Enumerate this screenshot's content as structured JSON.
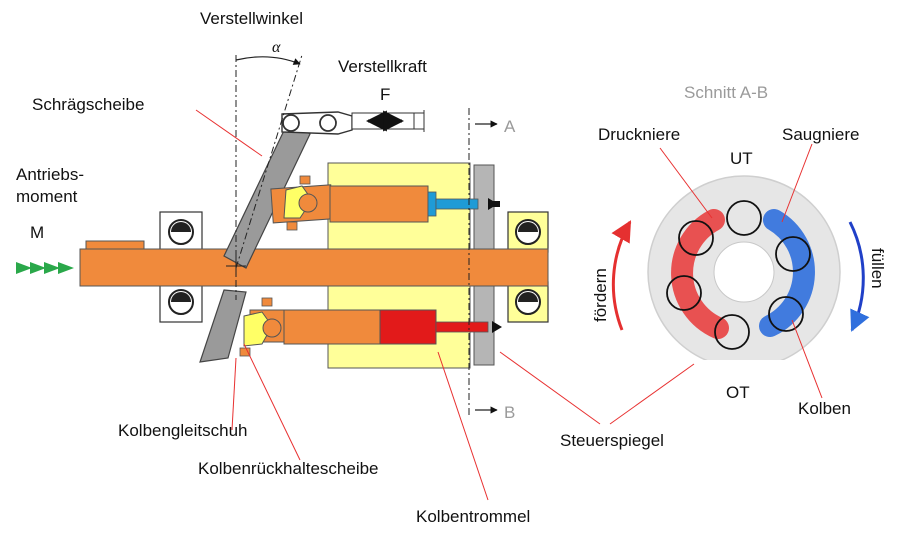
{
  "labels": {
    "verstellwinkel": "Verstellwinkel",
    "alpha": "α",
    "verstellkraft": "Verstellkraft",
    "force": "F",
    "schraegscheibe": "Schrägscheibe",
    "antriebs_line1": "Antriebs-",
    "antriebs_line2": "moment",
    "moment": "M",
    "section_a": "A",
    "section_b": "B",
    "schnitt": "Schnitt A-B",
    "druckniere": "Druckniere",
    "saugniere": "Saugniere",
    "ut": "UT",
    "ot": "OT",
    "foerdern": "fördern",
    "fuellen": "füllen",
    "kolben": "Kolben",
    "kolbengleitschuh": "Kolbengleitschuh",
    "kolbenrueckhaltescheibe": "Kolbenrückhaltescheibe",
    "steuerspiegel": "Steuerspiegel",
    "kolbentrommel": "Kolbentrommel"
  },
  "colors": {
    "shaft": "#f08a3c",
    "drum": "#ffff99",
    "swashplate": "#9a9a9a",
    "pressure": "#e53030",
    "suction": "#2f6fdd",
    "leader": "#e83030",
    "drive_arrow": "#2aa84a",
    "valve_plate": "#b5b5b5",
    "section_disc": "#e6e6e6"
  }
}
